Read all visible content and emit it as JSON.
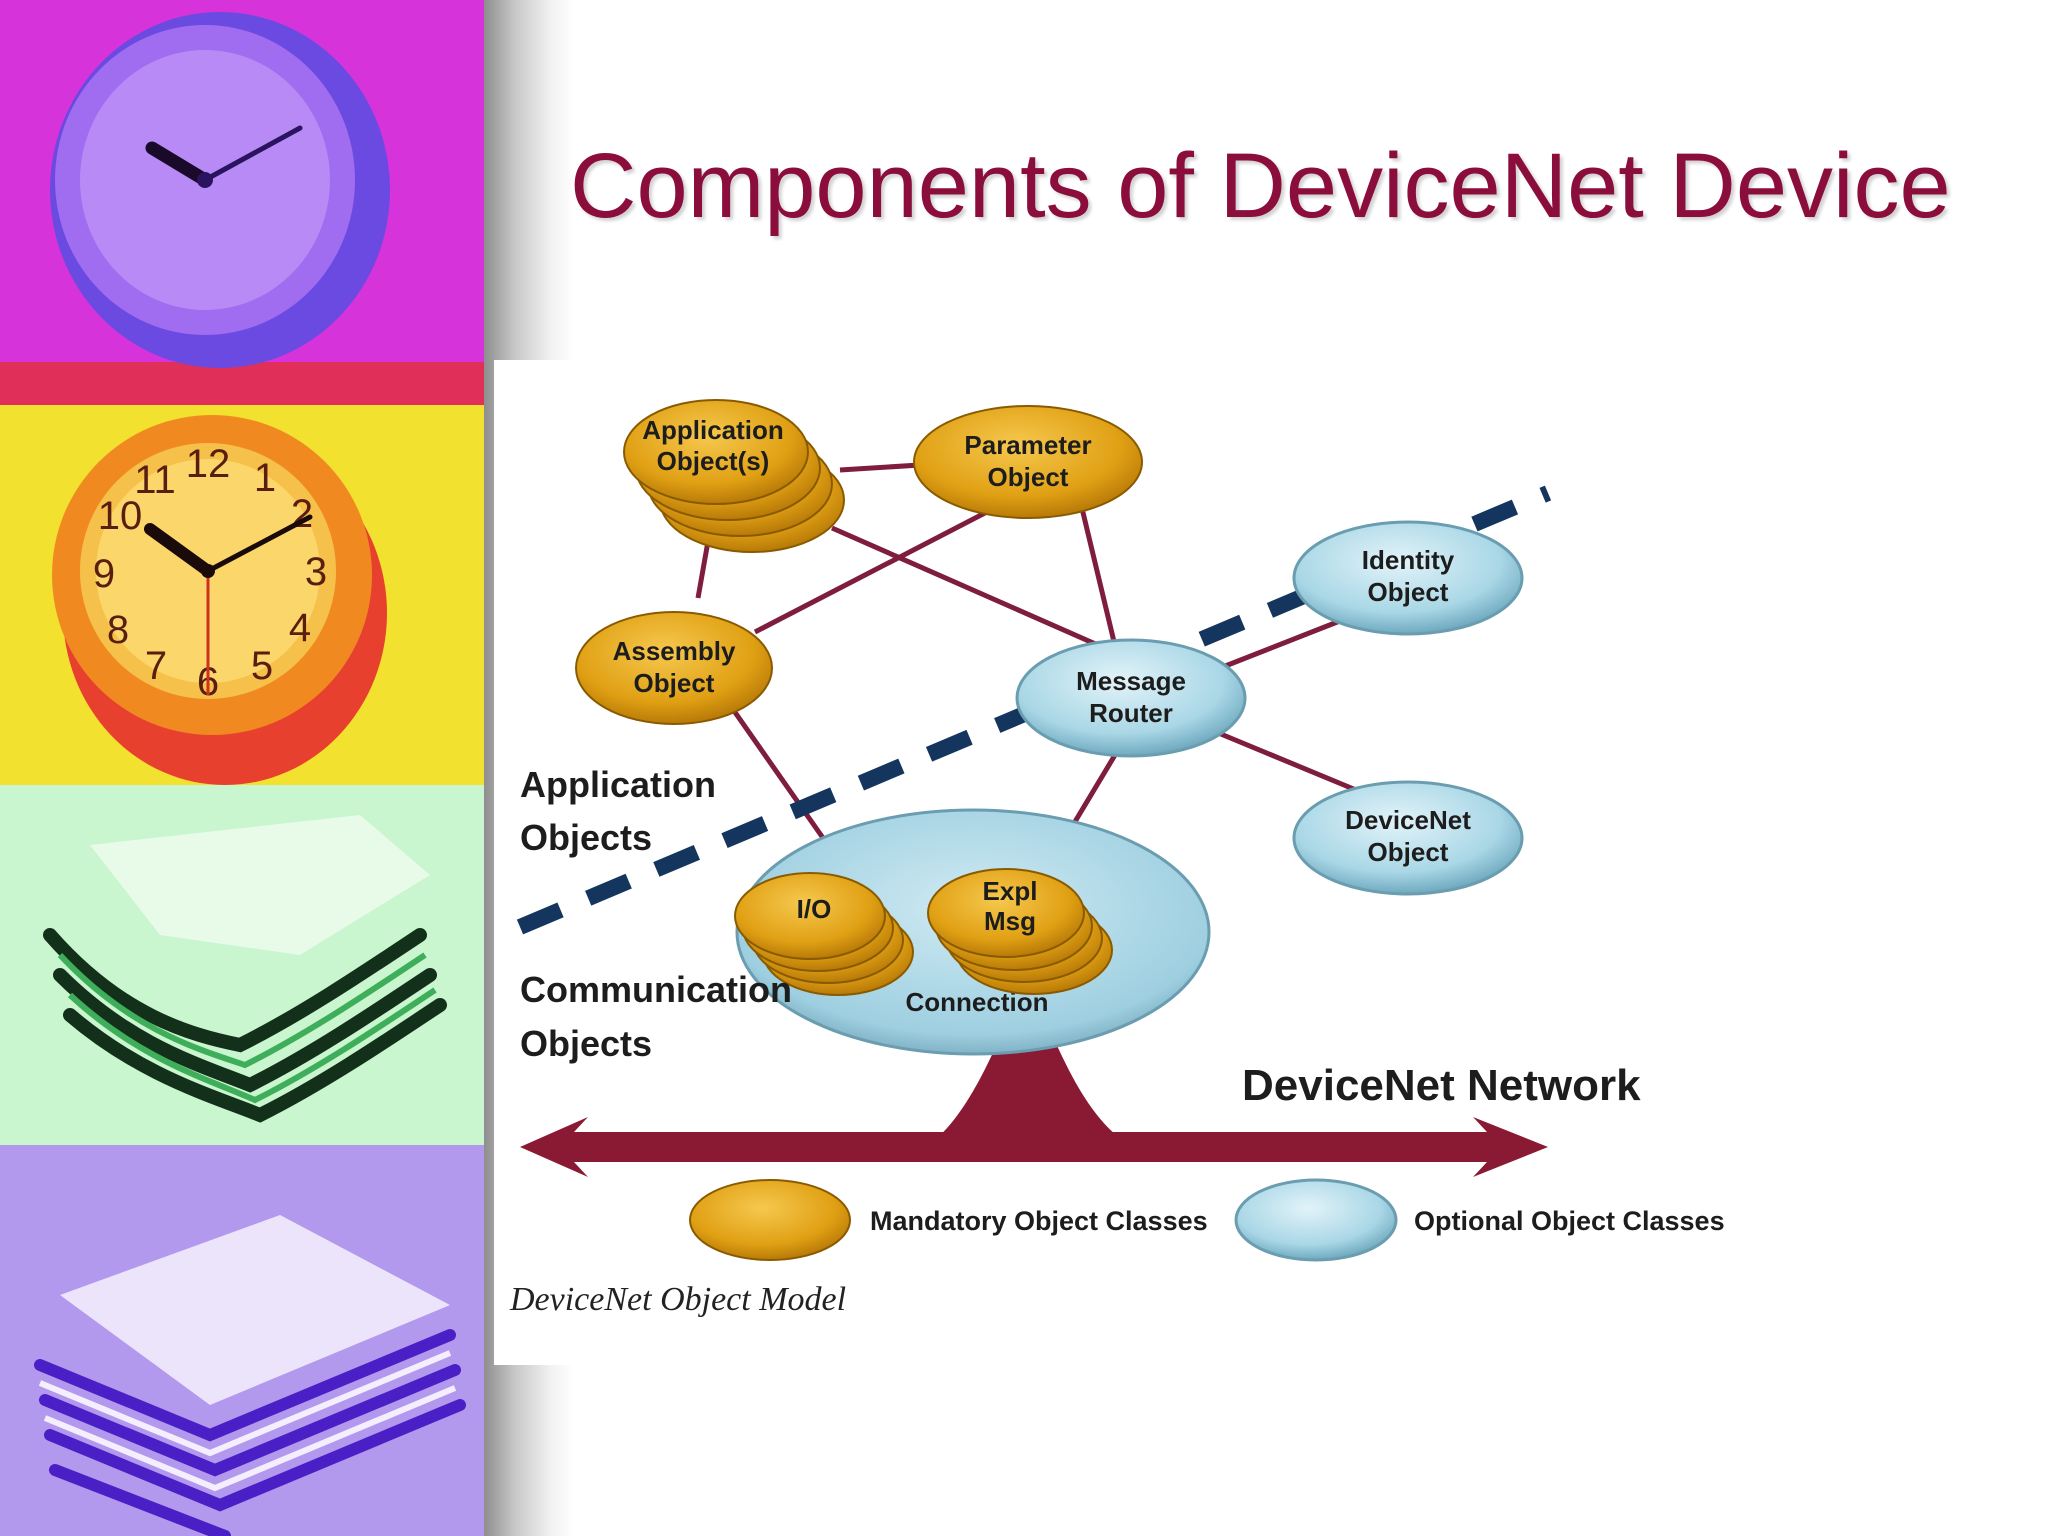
{
  "slide": {
    "title": "Components of DeviceNet Device"
  },
  "diagram": {
    "nodes": {
      "application_object": {
        "line1": "Application",
        "line2": "Object(s)",
        "kind": "mandatory"
      },
      "parameter_object": {
        "line1": "Parameter",
        "line2": "Object",
        "kind": "mandatory"
      },
      "assembly_object": {
        "line1": "Assembly",
        "line2": "Object",
        "kind": "mandatory"
      },
      "identity_object": {
        "line1": "Identity",
        "line2": "Object",
        "kind": "optional"
      },
      "message_router": {
        "line1": "Message",
        "line2": "Router",
        "kind": "optional"
      },
      "devicenet_object": {
        "line1": "DeviceNet",
        "line2": "Object",
        "kind": "optional"
      },
      "io_connection": {
        "line1": "I/O",
        "kind": "mandatory"
      },
      "explicit_msg_connection": {
        "line1": "Expl",
        "line2": "Msg",
        "kind": "mandatory"
      },
      "connection": {
        "label": "Connection",
        "kind": "optional"
      }
    },
    "regions": {
      "application": {
        "line1": "Application",
        "line2": "Objects"
      },
      "communication": {
        "line1": "Communication",
        "line2": "Objects"
      }
    },
    "network_label": "DeviceNet Network",
    "legend": {
      "mandatory": "Mandatory Object Classes",
      "optional": "Optional Object Classes"
    },
    "caption": "DeviceNet Object Model",
    "colors": {
      "mandatory_fill": "#e3a414",
      "optional_fill": "#a9d7e6",
      "link": "#7e1d3e",
      "network_arrow": "#8a1a34",
      "divider": "#14365e",
      "title": "#8b0d3c"
    }
  }
}
